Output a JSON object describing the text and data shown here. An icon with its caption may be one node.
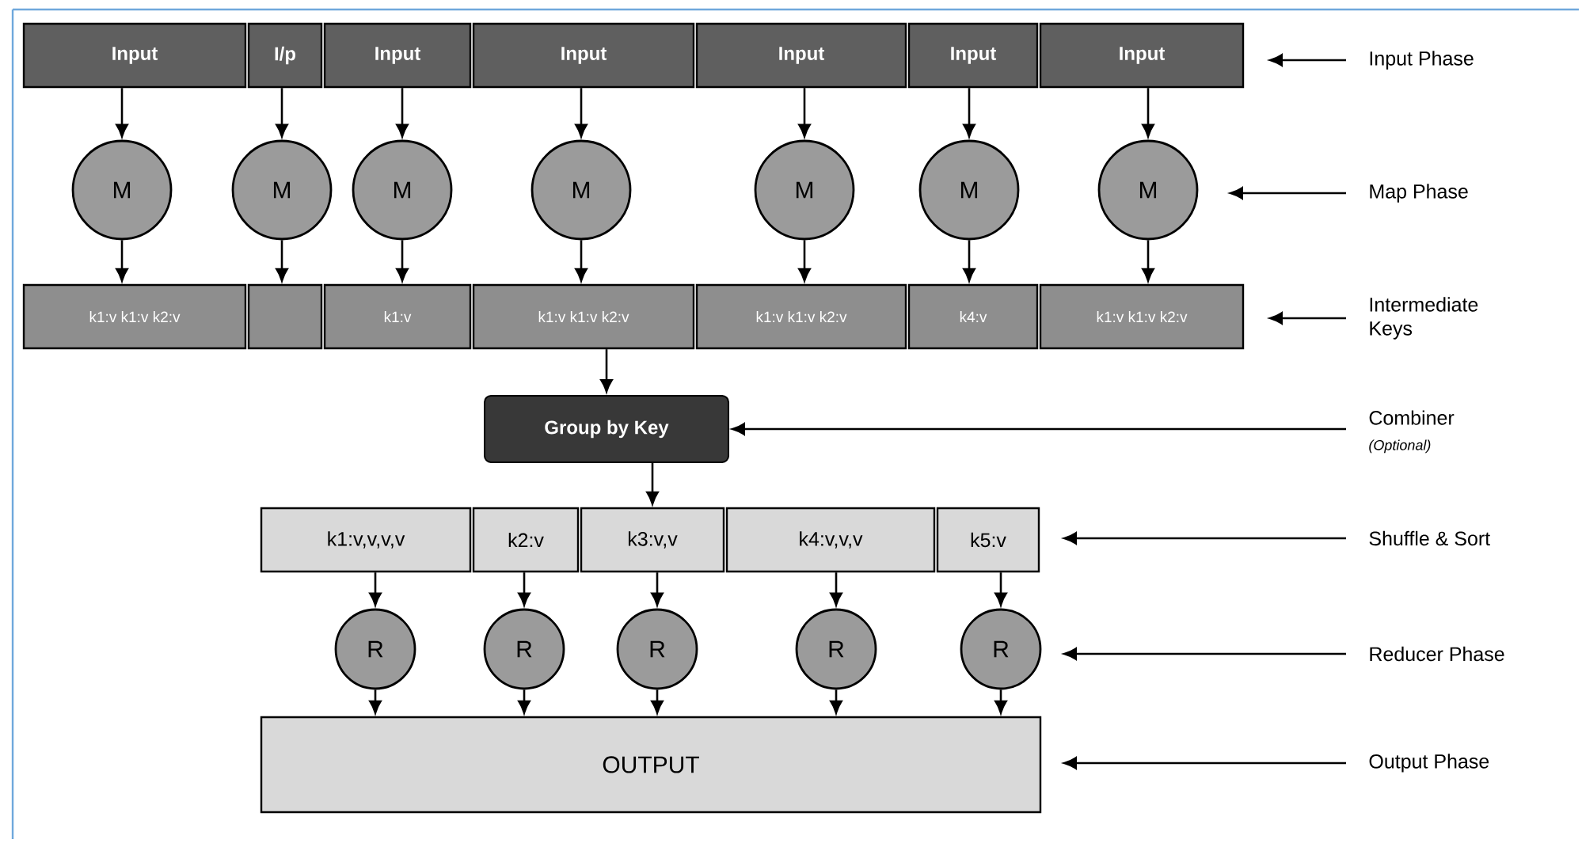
{
  "diagram": {
    "nodes": [
      {
        "text": [
          "Input"
        ]
      },
      {
        "text": [
          "I/p"
        ]
      },
      {
        "text": [
          "Input"
        ]
      },
      {
        "text": [
          "Input"
        ]
      },
      {
        "text": [
          "Input"
        ]
      },
      {
        "text": [
          "Input"
        ]
      },
      {
        "text": [
          "Input"
        ]
      },
      {
        "text": [
          "M"
        ]
      },
      {
        "text": [
          "M"
        ]
      },
      {
        "text": [
          "M"
        ]
      },
      {
        "text": [
          "M"
        ]
      },
      {
        "text": [
          "M"
        ]
      },
      {
        "text": [
          "M"
        ]
      },
      {
        "text": [
          "M"
        ]
      },
      {
        "text": [
          "k1:v k1:v k2:v"
        ]
      },
      {
        "text": [],
        "shape": "box"
      },
      {
        "text": [
          "k1:v"
        ]
      },
      {
        "text": [
          "k1:v k1:v k2:v"
        ]
      },
      {
        "text": [
          "k1:v k1:v k2:v"
        ]
      },
      {
        "text": [
          "k4:v"
        ]
      },
      {
        "text": [
          "k1:v k1:v k2:v"
        ]
      },
      {
        "text": [
          "Group by Key"
        ]
      },
      {
        "text": [
          "k1:v,v,v,v"
        ]
      },
      {
        "text": [
          "k2:v"
        ]
      },
      {
        "text": [
          "k3:v,v"
        ]
      },
      {
        "text": [
          "k4:v,v,v"
        ]
      },
      {
        "text": [
          "k5:v"
        ]
      },
      {
        "text": [
          "R"
        ]
      },
      {
        "text": [
          "R"
        ]
      },
      {
        "text": [
          "R"
        ]
      },
      {
        "text": [
          "R"
        ]
      },
      {
        "text": [
          "R"
        ]
      },
      {
        "text": [
          "OUTPUT"
        ]
      },
      {
        "text": [
          "Input Phase"
        ]
      },
      {
        "text": [
          "Map Phase"
        ]
      },
      {
        "text": [
          "Intermediate Keys"
        ]
      },
      {
        "text": [
          "Combiner",
          "(Optional)"
        ]
      },
      {
        "text": [
          "Shuffle & Sort"
        ]
      },
      {
        "text": [
          "Reducer Phase"
        ]
      },
      {
        "text": [
          "Output Phase"
        ]
      }
    ],
    "edges": [
      {
        "from": 0,
        "to": 7,
        "arrow": "to"
      },
      {
        "from": 1,
        "to": 8,
        "arrow": "to"
      },
      {
        "from": 2,
        "to": 9,
        "arrow": "to"
      },
      {
        "from": 3,
        "to": 10,
        "arrow": "to"
      },
      {
        "from": 4,
        "to": 11,
        "arrow": "to"
      },
      {
        "from": 5,
        "to": 12,
        "arrow": "to"
      },
      {
        "from": 6,
        "to": 13,
        "arrow": "to"
      },
      {
        "from": 7,
        "to": 14,
        "arrow": "to"
      },
      {
        "from": 8,
        "to": 15,
        "arrow": "to"
      },
      {
        "from": 9,
        "to": 16,
        "arrow": "to"
      },
      {
        "from": 10,
        "to": 17,
        "arrow": "to"
      },
      {
        "from": 11,
        "to": 18,
        "arrow": "to"
      },
      {
        "from": 12,
        "to": 19,
        "arrow": "to"
      },
      {
        "from": 13,
        "to": 20,
        "arrow": "to"
      },
      {
        "from": 17,
        "to": 21,
        "arrow": "to"
      },
      {
        "from": 21,
        "to": 24,
        "arrow": "to"
      },
      {
        "from": 22,
        "to": 27,
        "arrow": "to"
      },
      {
        "from": 23,
        "to": 28,
        "arrow": "to"
      },
      {
        "from": 24,
        "to": 29,
        "arrow": "to"
      },
      {
        "from": 25,
        "to": 30,
        "arrow": "to"
      },
      {
        "from": 26,
        "to": 31,
        "arrow": "to"
      },
      {
        "from": 27,
        "to": 32,
        "arrow": "to"
      },
      {
        "from": 28,
        "to": 32,
        "arrow": "to"
      },
      {
        "from": 29,
        "to": 32,
        "arrow": "to"
      },
      {
        "from": 30,
        "to": 32,
        "arrow": "to"
      },
      {
        "from": 31,
        "to": 32,
        "arrow": "to"
      },
      {
        "from": 33,
        "to": null,
        "arrow": "to"
      },
      {
        "from": 34,
        "to": null,
        "arrow": "to"
      },
      {
        "from": 35,
        "to": null,
        "arrow": "to"
      },
      {
        "from": 36,
        "to": 21,
        "arrow": "to"
      },
      {
        "from": 37,
        "to": null,
        "arrow": "to"
      },
      {
        "from": 38,
        "to": null,
        "arrow": "to"
      },
      {
        "from": 39,
        "to": null,
        "arrow": "to"
      }
    ]
  }
}
